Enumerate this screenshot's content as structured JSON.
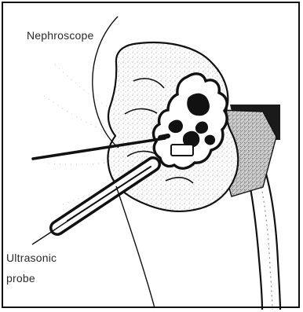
{
  "labels": {
    "nephroscope": "Nephroscope",
    "ultrasonic_line1": "Ultrasonic",
    "ultrasonic_line2": "probe"
  },
  "colors": {
    "ink": "#111111",
    "background": "#ffffff",
    "shadow": "#7f7f7f"
  }
}
